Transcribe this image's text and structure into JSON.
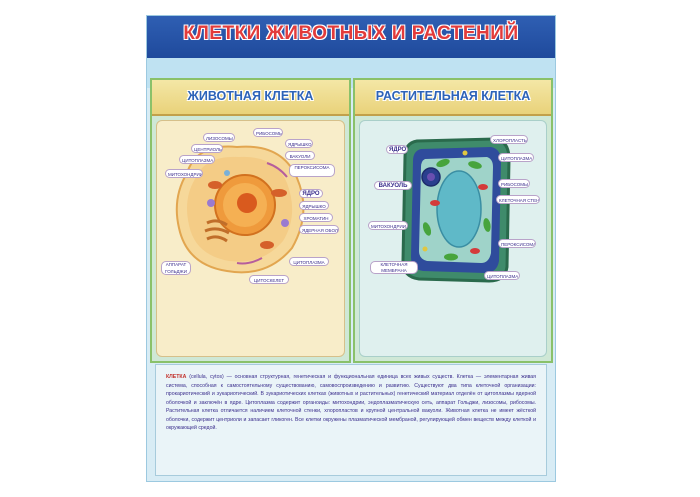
{
  "title": "КЛЕТКИ ЖИВОТНЫХ И РАСТЕНИЙ",
  "panels": {
    "animal": {
      "header": "ЖИВОТНАЯ КЛЕТКА",
      "labels": [
        "ЛИЗОСОМЫ",
        "РИБОСОМЫ",
        "ЦЕНТРИОЛЬ",
        "ЯДРЫШКО",
        "ЦИТОПЛАЗМА",
        "ВАКУОЛИ",
        "МИТОХОНДРИИ",
        "ЯДРО",
        "ПЕРОКСИСОМА",
        "ЯДРЫШКО",
        "ХРОМАТИН",
        "ЯДЕРНАЯ ОБОЛОЧКА",
        "АППАРАТ ГОЛЬДЖИ",
        "ЦИТОПЛАЗМА",
        "ЦИТОСКЕЛЕТ"
      ]
    },
    "plant": {
      "header": "РАСТИТЕЛЬНАЯ КЛЕТКА",
      "labels": [
        "ЯДРО",
        "ХЛОРОПЛАСТЫ",
        "ЦИТОПЛАЗМА",
        "ВАКУОЛЬ",
        "РИБОСОМЫ",
        "КЛЕТОЧНАЯ СТЕНКА",
        "МИТОХОНДРИИ",
        "ПЕРОКСИСОМА",
        "КЛЕТОЧНАЯ МЕМБРАНА"
      ]
    }
  },
  "description": {
    "term": "КЛЕТКА",
    "text": "(cellula, cytos) — основная структурная, генетическая и функциональная единица всех живых существ. Клетка — элементарная живая система, способная к самостоятельному существованию, самовоспроизведению и развитию. Существуют два типа клеточной организации: прокариотический и эукариотический. В эукариотических клетках (животных и растительных) генетический материал отделён от цитоплазмы ядерной оболочкой и заключён в ядре. Цитоплазма содержит органоиды: митохондрии, эндоплазматическую сеть, аппарат Гольджи, лизосомы, рибосомы. Растительная клетка отличается наличием клеточной стенки, хлоропластов и крупной центральной вакуоли. Животная клетка не имеет жёсткой оболочки, содержит центриоли и запасает гликоген. Все клетки окружены плазматической мембраной, регулирующей обмен веществ между клеткой и окружающей средой."
  },
  "colors": {
    "title_bar": "#2f5fb3",
    "title_text": "#e23b3b",
    "panel_border": "#8ac16a",
    "header_bg": "#e9d27a",
    "header_text": "#2d63b8"
  }
}
